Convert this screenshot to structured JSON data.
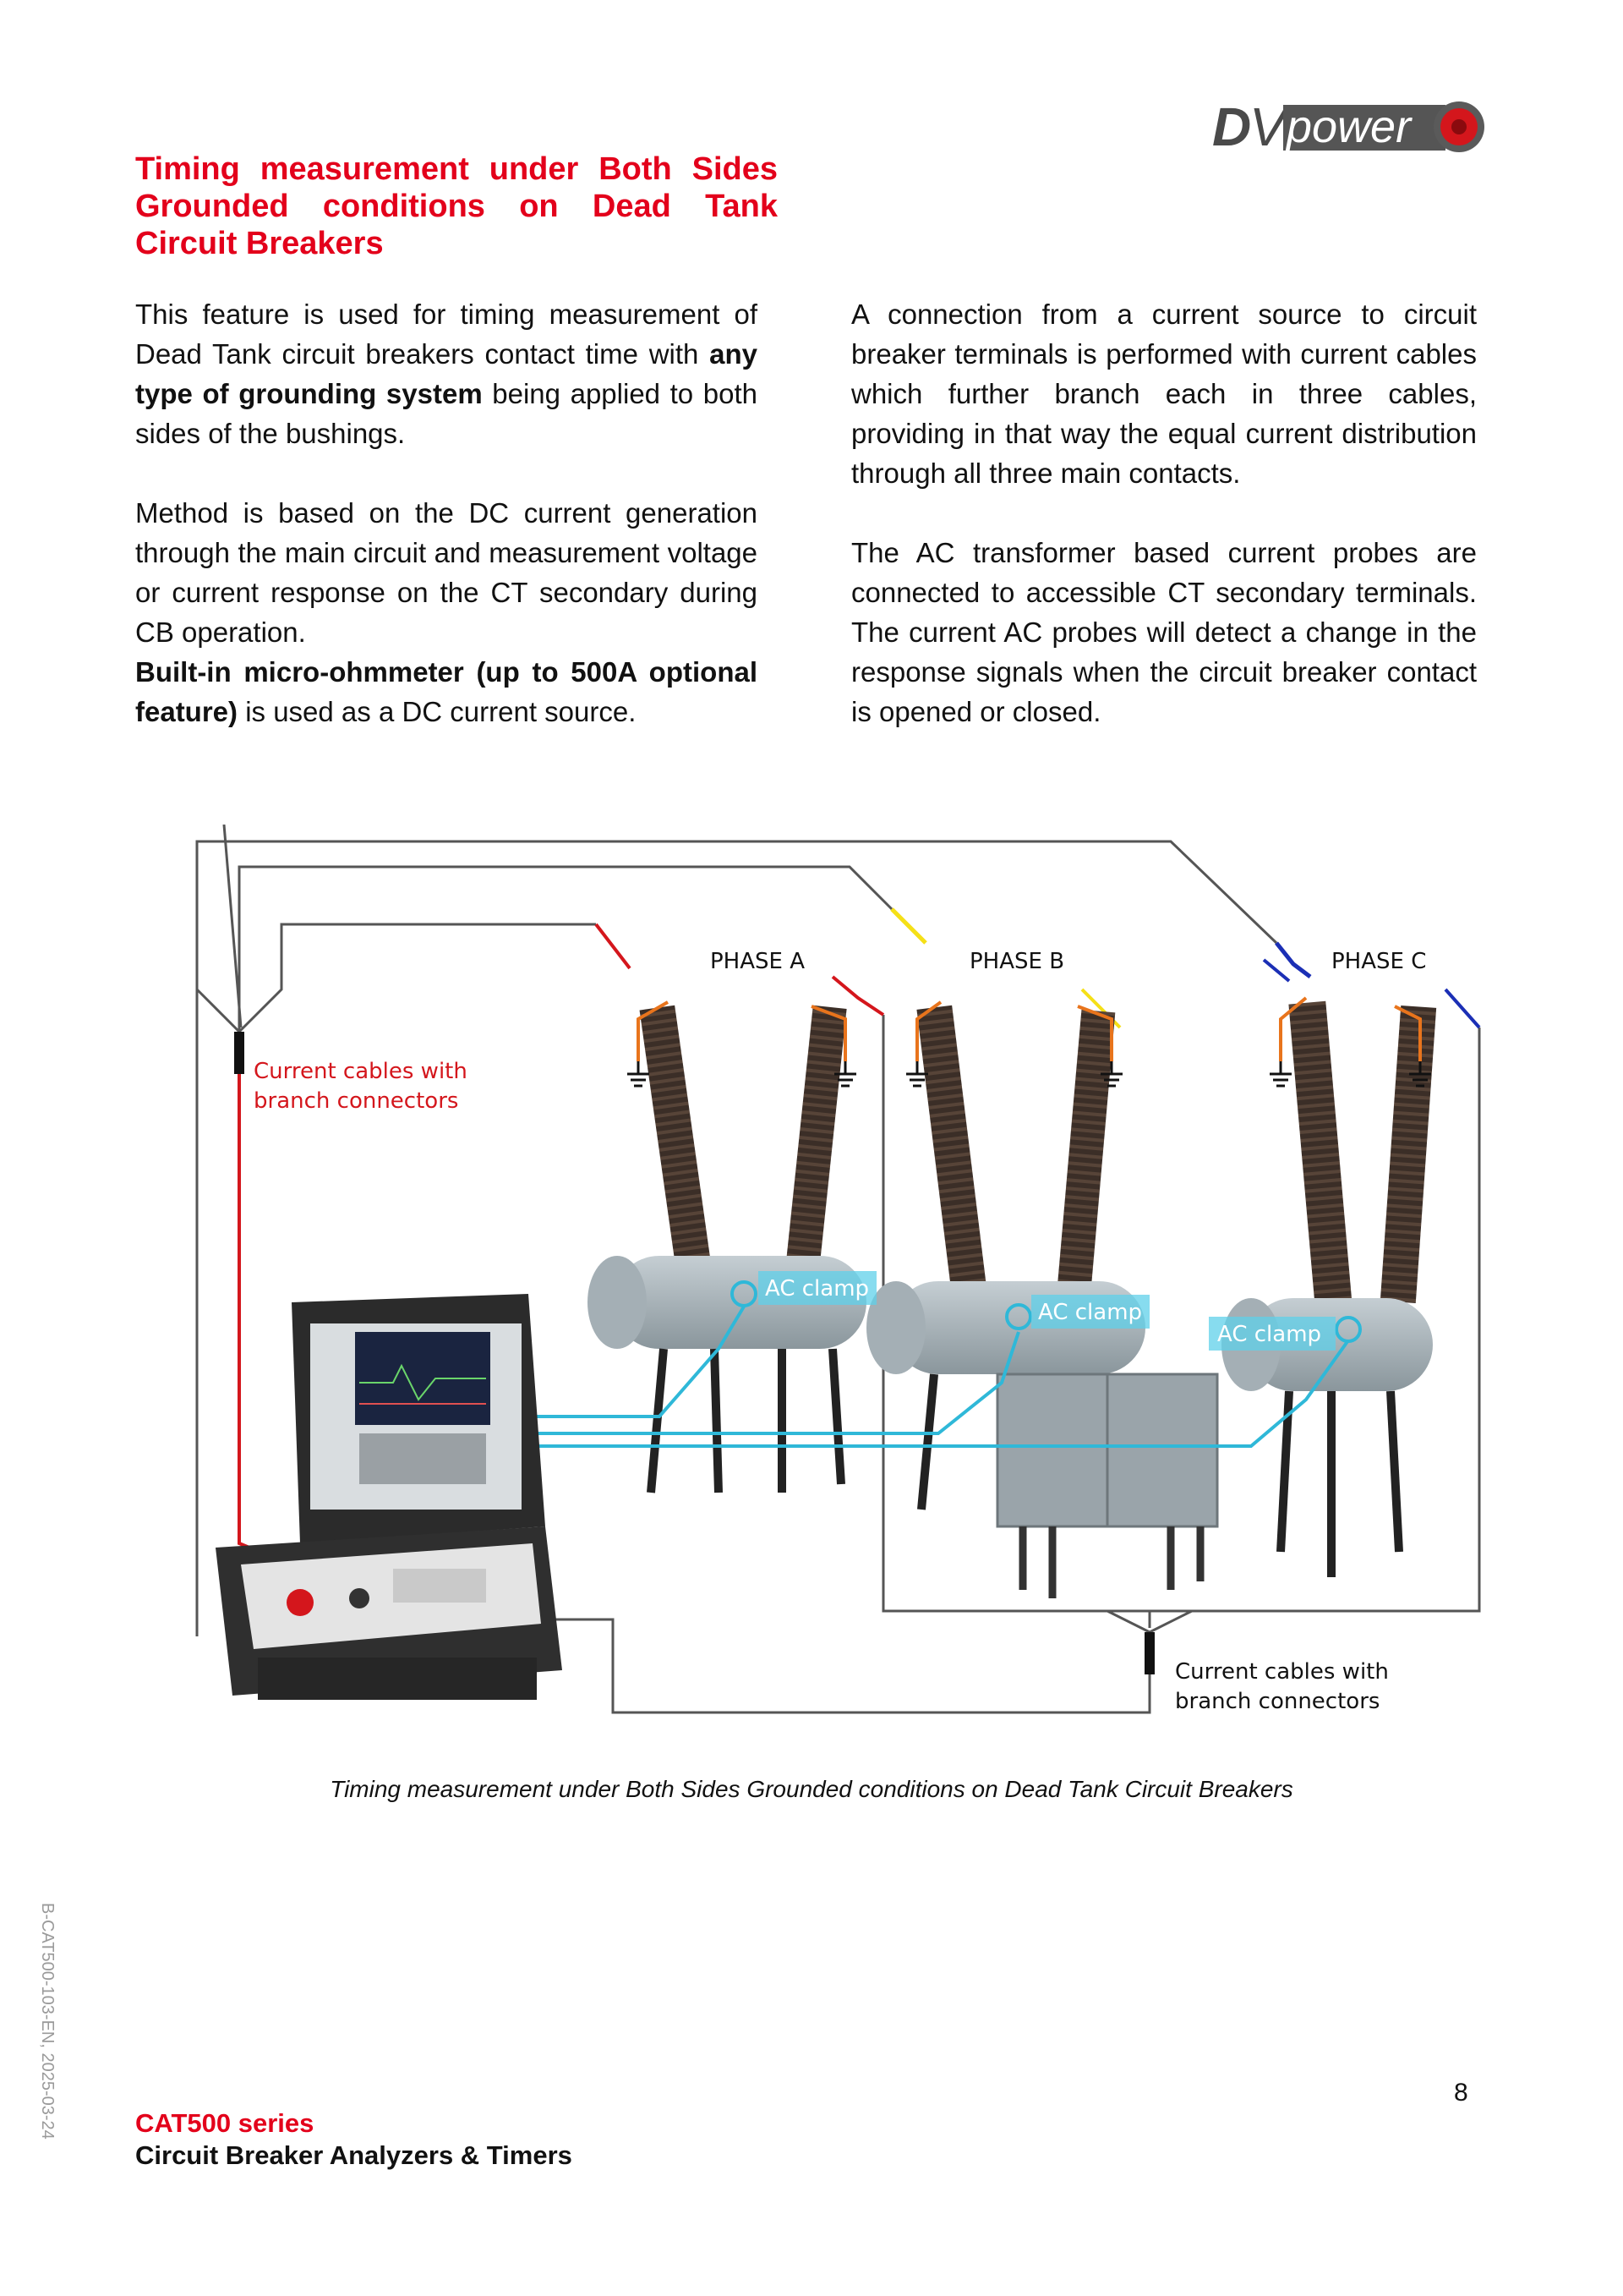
{
  "brand": {
    "logo_text": "DV power"
  },
  "heading": {
    "line1": "Timing measurement under Both Sides",
    "line2": "Grounded conditions on Dead Tank",
    "line3": "Circuit Breakers"
  },
  "left_column": {
    "p1_part1": "This feature is used for timing measurement of Dead Tank circuit breakers contact time with ",
    "p1_bold": "any type of grounding system",
    "p1_part2": " being applied to both sides of the bushings.",
    "p2": "Method is based on the DC current generation through the main circuit and measurement voltage or current response on the CT secondary during CB operation.",
    "p3_bold": "Built-in micro-ohmmeter (up to 500A optional feature)",
    "p3_part2": " is used as a DC current source."
  },
  "right_column": {
    "p1": "A connection from a current source to circuit breaker terminals is performed with current cables which further branch each in three cables, providing in that way the equal current distribution through all three main contacts.",
    "p2": "The AC transformer based current probes are connected to accessible CT secondary terminals. The current AC probes will detect a change in the response signals when the circuit breaker contact is opened or closed."
  },
  "diagram": {
    "phase_a": "PHASE A",
    "phase_b": "PHASE B",
    "phase_c": "PHASE C",
    "cables_top_line1": "Current cables with",
    "cables_top_line2": "branch connectors",
    "cables_bottom_line1": "Current cables with",
    "cables_bottom_line2": "branch connectors",
    "clamp_label": "AC clamp",
    "colors": {
      "red": "#d4161c",
      "yellow": "#f5e017",
      "blue": "#1b2fb5",
      "cyan": "#2fb8d8",
      "orange": "#e8741c",
      "gray": "#555555"
    }
  },
  "caption": "Timing measurement under Both Sides Grounded conditions on Dead Tank Circuit Breakers",
  "doc_id": "B-CAT500-103-EN, 2025-03-24",
  "page_number": "8",
  "footer": {
    "series": "CAT500 series",
    "subtitle": "Circuit Breaker Analyzers & Timers"
  }
}
